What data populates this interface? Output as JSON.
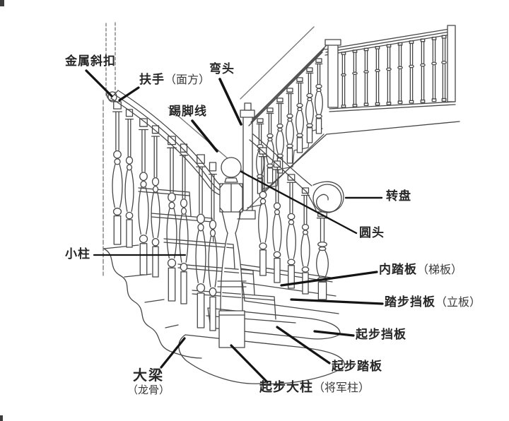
{
  "palette": {
    "background": "#ffffff",
    "ink": "#474747",
    "leader": "#141414",
    "label_color": "#262626"
  },
  "diagram": {
    "subject": "staircase-parts-diagram",
    "labels": [
      {
        "id": "metal-bracket",
        "text": "金属斜扣"
      },
      {
        "id": "handrail",
        "text": "扶手",
        "sub": "（面方）"
      },
      {
        "id": "elbow",
        "text": "弯头"
      },
      {
        "id": "skirting-line",
        "text": "踢脚线"
      },
      {
        "id": "volute",
        "text": "转盘"
      },
      {
        "id": "round-head",
        "text": "圆头"
      },
      {
        "id": "small-post",
        "text": "小柱"
      },
      {
        "id": "inner-tread",
        "text": "内踏板",
        "sub": "（梯板）"
      },
      {
        "id": "step-riser",
        "text": "踏步挡板",
        "sub": "（立板）"
      },
      {
        "id": "starting-riser",
        "text": "起步挡板"
      },
      {
        "id": "starting-tread",
        "text": "起步踏板"
      },
      {
        "id": "main-beam",
        "text": "大梁",
        "sub": "（龙骨）"
      },
      {
        "id": "starting-newel",
        "text": "起步大柱",
        "sub": "（将军柱）"
      }
    ]
  }
}
